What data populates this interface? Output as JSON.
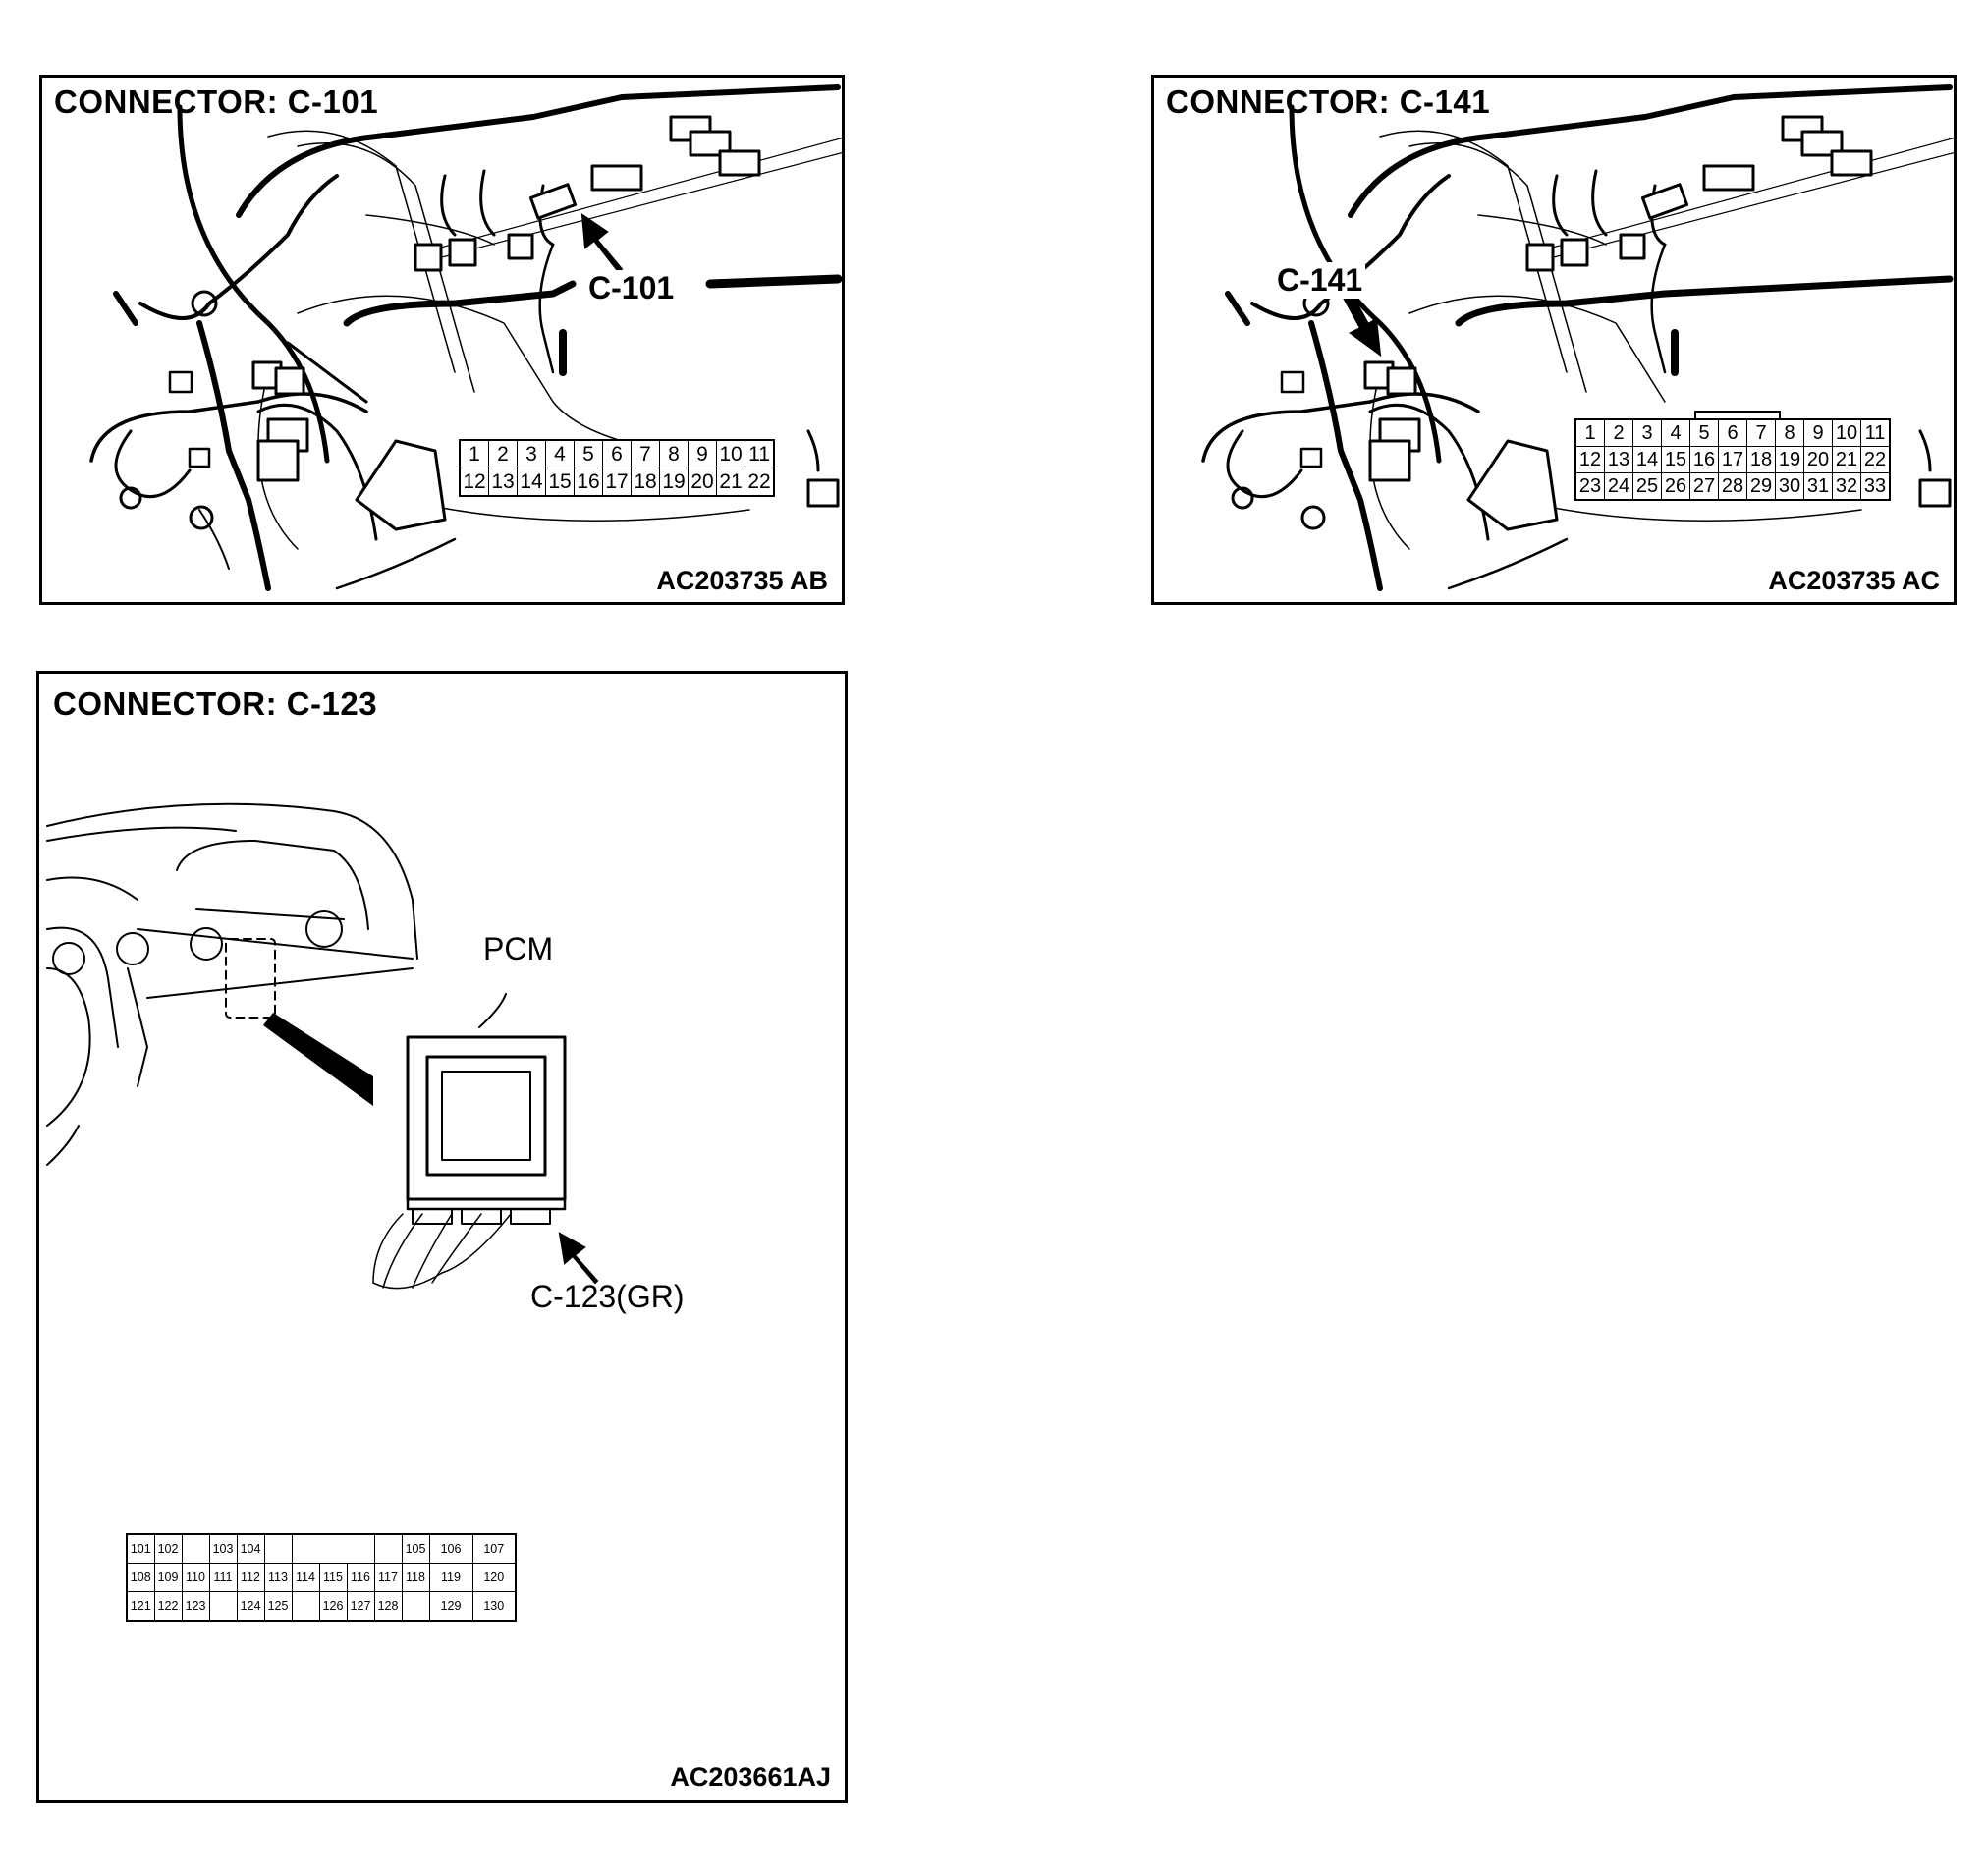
{
  "panels": {
    "c101": {
      "title": "CONNECTOR: C-101",
      "callout": "C-101",
      "figure_code": "AC203735 AB",
      "pins": [
        [
          "1",
          "2",
          "3",
          "4",
          "5",
          "6",
          "7",
          "8",
          "9",
          "10",
          "11"
        ],
        [
          "12",
          "13",
          "14",
          "15",
          "16",
          "17",
          "18",
          "19",
          "20",
          "21",
          "22"
        ]
      ]
    },
    "c141": {
      "title": "CONNECTOR: C-141",
      "callout": "C-141",
      "figure_code": "AC203735 AC",
      "pins": [
        [
          "1",
          "2",
          "3",
          "4",
          "5",
          "6",
          "7",
          "8",
          "9",
          "10",
          "11"
        ],
        [
          "12",
          "13",
          "14",
          "15",
          "16",
          "17",
          "18",
          "19",
          "20",
          "21",
          "22"
        ],
        [
          "23",
          "24",
          "25",
          "26",
          "27",
          "28",
          "29",
          "30",
          "31",
          "32",
          "33"
        ]
      ]
    },
    "c123": {
      "title": "CONNECTOR: C-123",
      "module_label": "PCM",
      "callout": "C-123(GR)",
      "figure_code": "AC203661AJ",
      "pins": {
        "row1": [
          "101",
          "102",
          "",
          "103",
          "104",
          "",
          "",
          "",
          "",
          "",
          "105",
          "106",
          "107"
        ],
        "row2": [
          "108",
          "109",
          "110",
          "111",
          "112",
          "113",
          "114",
          "115",
          "116",
          "117",
          "118",
          "119",
          "120"
        ],
        "row3": [
          "121",
          "122",
          "123",
          "",
          "124",
          "125",
          "",
          "126",
          "127",
          "128",
          "",
          "129",
          "130"
        ]
      }
    }
  }
}
